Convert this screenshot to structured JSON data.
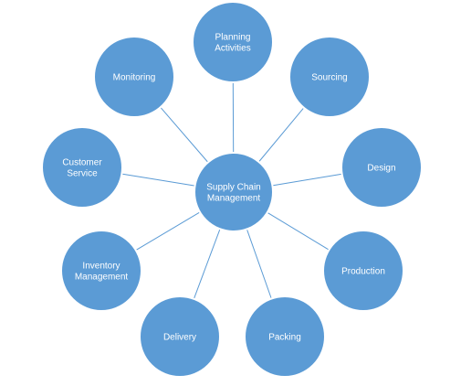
{
  "center": {
    "label": [
      "Supply Chain",
      "Management"
    ]
  },
  "nodes": [
    {
      "id": "planning-activities",
      "label": [
        "Planning",
        "Activities"
      ]
    },
    {
      "id": "sourcing",
      "label": [
        "Sourcing"
      ]
    },
    {
      "id": "design",
      "label": [
        "Design"
      ]
    },
    {
      "id": "production",
      "label": [
        "Production"
      ]
    },
    {
      "id": "packing",
      "label": [
        "Packing"
      ]
    },
    {
      "id": "delivery",
      "label": [
        "Delivery"
      ]
    },
    {
      "id": "inventory-management",
      "label": [
        "Inventory",
        "Management"
      ]
    },
    {
      "id": "customer-service",
      "label": [
        "Customer",
        "Service"
      ]
    },
    {
      "id": "monitoring",
      "label": [
        "Monitoring"
      ]
    }
  ],
  "colors": {
    "node_fill": "#5b9bd5",
    "node_outline": "#ffffff",
    "connector": "#5b9bd5",
    "label_text": "#ffffff"
  }
}
